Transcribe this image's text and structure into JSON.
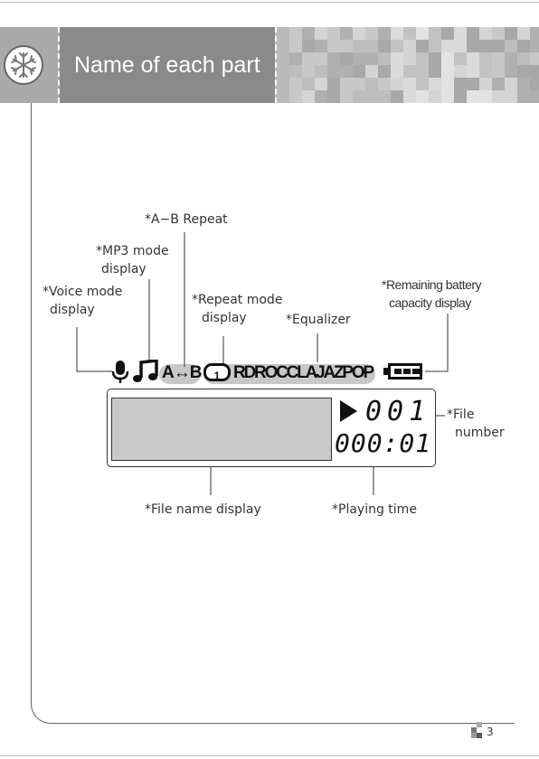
{
  "header": {
    "title": "Name of each part"
  },
  "labels": {
    "ab_repeat": "*A−B Repeat",
    "mp3_mode_1": "*MP3 mode",
    "mp3_mode_2": "display",
    "voice_mode_1": "*Voice mode",
    "voice_mode_2": "display",
    "repeat_mode_1": "*Repeat mode",
    "repeat_mode_2": "display",
    "equalizer": "*Equalizer",
    "battery_1": "*Remaining battery",
    "battery_2": "capacity display",
    "file_number_1": "*File",
    "file_number_2": "number",
    "file_name": "*File name display",
    "playing_time": "*Playing time"
  },
  "lcd": {
    "ab_text": "A↔B",
    "repeat_digit": "1",
    "eq_text": "RDROCCLAJAZPOP",
    "file_number": "001",
    "time": "000:01"
  },
  "footer": {
    "page_number": "3"
  },
  "colors": {
    "header_bg": "#b9b9b9",
    "title_bg": "#8a8a8a",
    "lcd_fill": "#c9c9c9"
  }
}
